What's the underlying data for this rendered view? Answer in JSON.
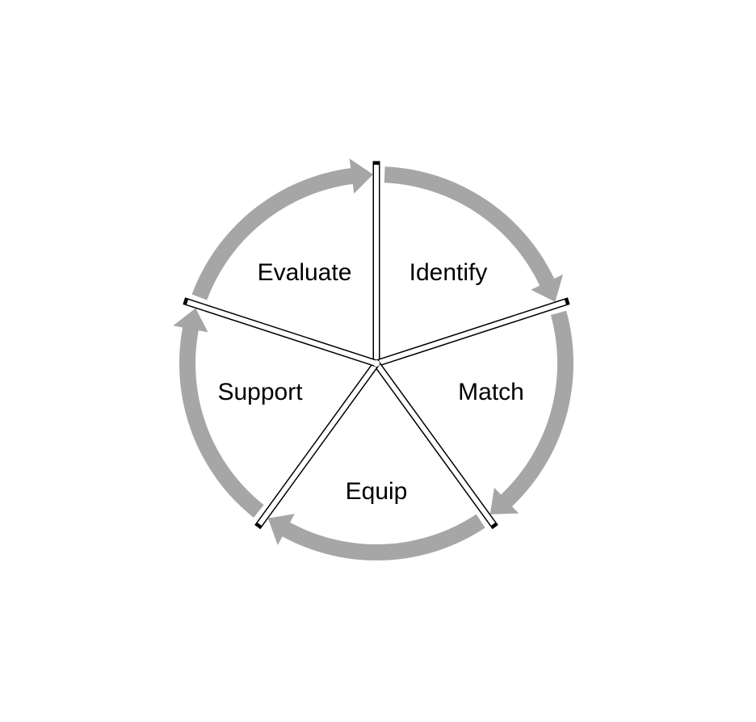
{
  "diagram": {
    "type": "cycle",
    "steps": [
      "Identify",
      "Match",
      "Equip",
      "Support",
      "Evaluate"
    ],
    "arrow_color": "#a6a6a6",
    "divider_color": "#000000"
  }
}
